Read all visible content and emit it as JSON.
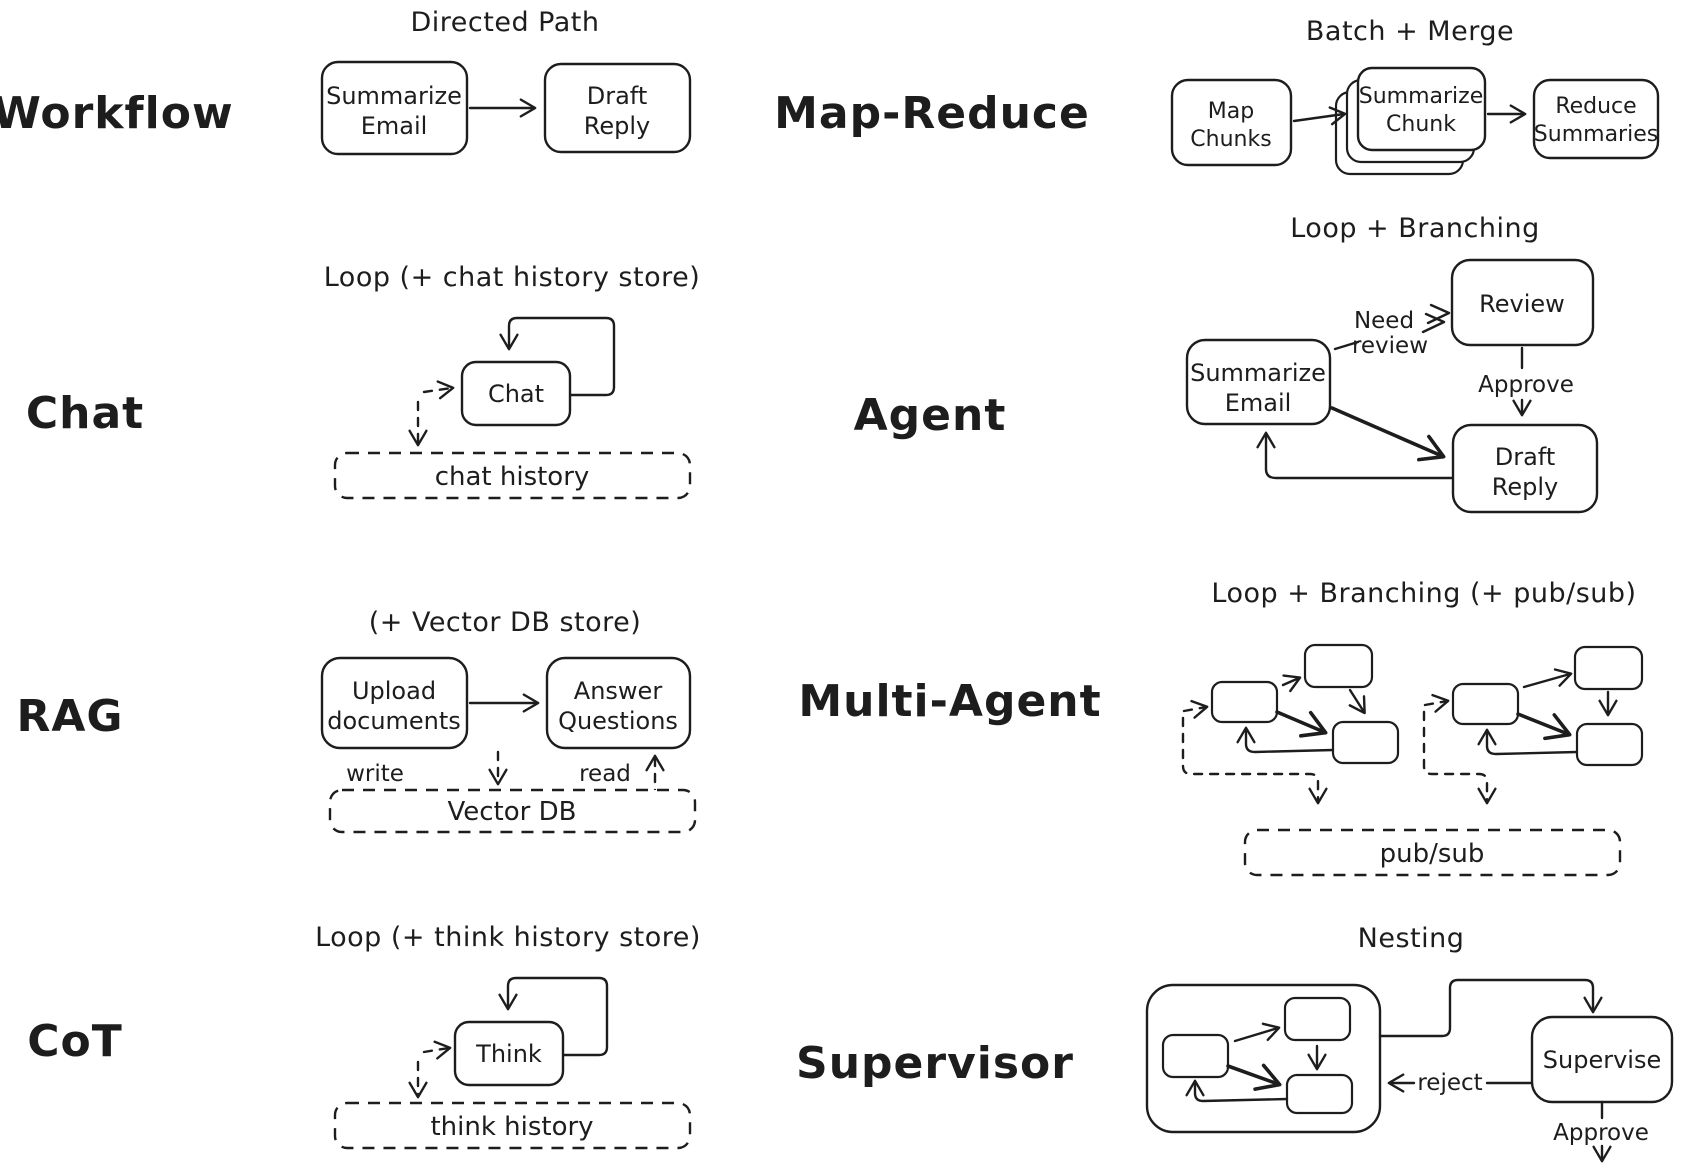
{
  "colors": {
    "ink": "#1d1d1d",
    "background": "#ffffff"
  },
  "panels": {
    "workflow": {
      "title": "Workflow",
      "caption": "Directed Path",
      "nodes": {
        "summarize_email": {
          "line1": "Summarize",
          "line2": "Email"
        },
        "draft_reply": {
          "line1": "Draft",
          "line2": "Reply"
        }
      }
    },
    "map_reduce": {
      "title": "Map-Reduce",
      "caption": "Batch + Merge",
      "nodes": {
        "map_chunks": {
          "line1": "Map",
          "line2": "Chunks"
        },
        "summarize_chunk": {
          "line1": "Summarize",
          "line2": "Chunk"
        },
        "reduce_summaries": {
          "line1": "Reduce",
          "line2": "Summaries"
        }
      }
    },
    "chat": {
      "title": "Chat",
      "caption": "Loop (+ chat history store)",
      "nodes": {
        "chat": "Chat",
        "chat_history": "chat history"
      }
    },
    "agent": {
      "title": "Agent",
      "caption": "Loop + Branching",
      "nodes": {
        "summarize_email": {
          "line1": "Summarize",
          "line2": "Email"
        },
        "review": "Review",
        "draft_reply": {
          "line1": "Draft",
          "line2": "Reply"
        }
      },
      "edge_labels": {
        "need_line1": "Need",
        "need_line2": "review",
        "approve": "Approve"
      }
    },
    "rag": {
      "title": "RAG",
      "caption": "(+ Vector DB store)",
      "nodes": {
        "upload_documents": {
          "line1": "Upload",
          "line2": "documents"
        },
        "answer_questions": {
          "line1": "Answer",
          "line2": "Questions"
        },
        "vector_db": "Vector DB"
      },
      "edge_labels": {
        "write": "write",
        "read": "read"
      }
    },
    "multi_agent": {
      "title": "Multi-Agent",
      "caption": "Loop + Branching (+ pub/sub)",
      "nodes": {
        "pub_sub": "pub/sub"
      }
    },
    "cot": {
      "title": "CoT",
      "caption": "Loop (+ think history store)",
      "nodes": {
        "think": "Think",
        "think_history": "think history"
      }
    },
    "supervisor": {
      "title": "Supervisor",
      "caption": "Nesting",
      "nodes": {
        "supervise": "Supervise"
      },
      "edge_labels": {
        "reject": "reject",
        "approve": "Approve"
      }
    }
  }
}
